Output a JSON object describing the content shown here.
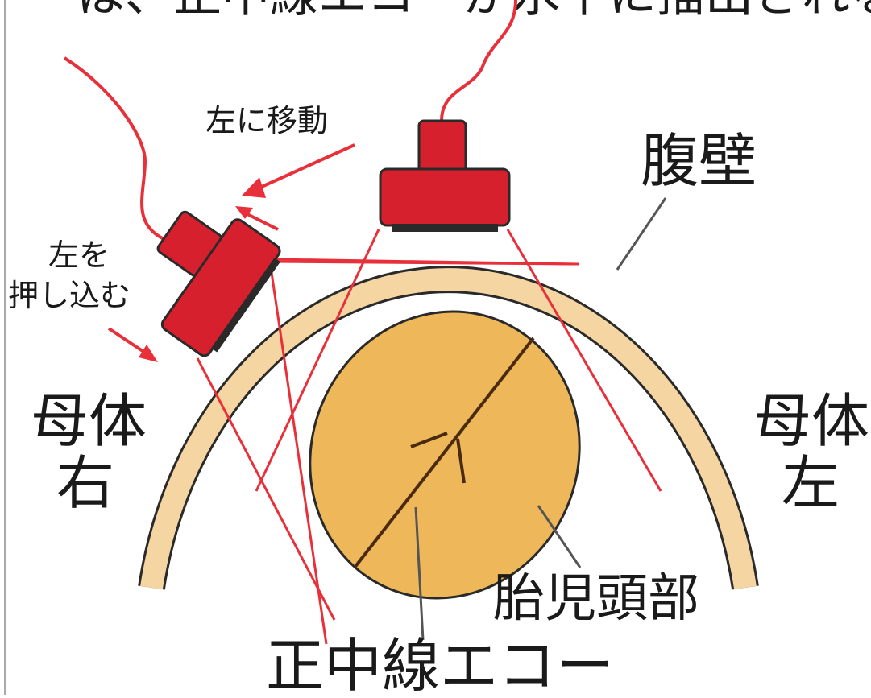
{
  "header_text": "は、正中線エコーが水平に描出される",
  "labels": {
    "move_left": "左に移動",
    "abdominal_wall": "腹壁",
    "press_left_line1": "左を",
    "press_left_line2": "押し込む",
    "mother_right_line1": "母体",
    "mother_right_line2": "右",
    "mother_left_line1": "母体",
    "mother_left_line2": "左",
    "fetal_head": "胎児頭部",
    "midline_echo": "正中線エコー"
  },
  "colors": {
    "probe": "#d6202e",
    "beam": "#e8303a",
    "wall_fill": "#f5d6a2",
    "head_fill": "#eeb85a",
    "outline": "#2a2a2a"
  }
}
